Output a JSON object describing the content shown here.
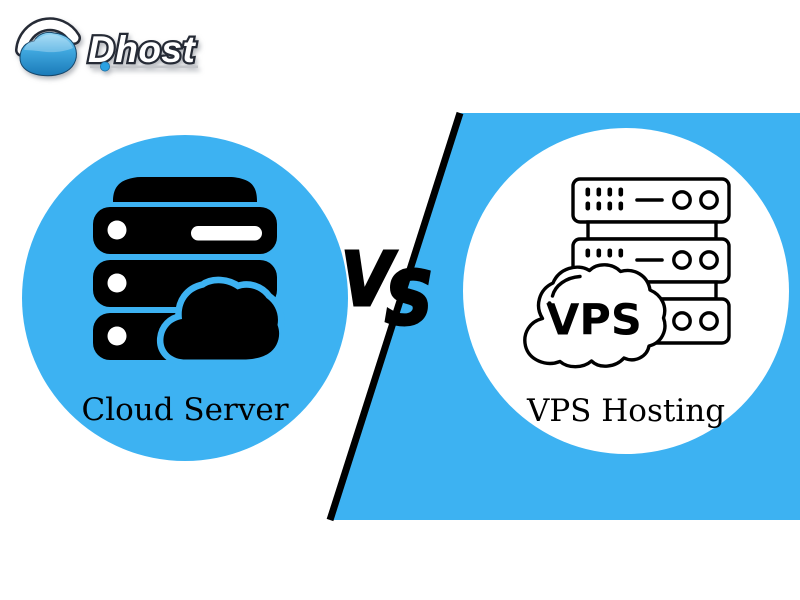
{
  "logo": {
    "brand": "Dhost"
  },
  "versus": {
    "left_letter": "V",
    "right_letter": "S"
  },
  "panels": {
    "left": {
      "label": "Cloud Server"
    },
    "right": {
      "label": "VPS Hosting",
      "cloud_text": "VPS"
    }
  },
  "colors": {
    "accent_blue": "#3DB2F2",
    "icon_black": "#000000",
    "panel_white": "#FFFFFF",
    "logo_outline": "#252A35"
  }
}
